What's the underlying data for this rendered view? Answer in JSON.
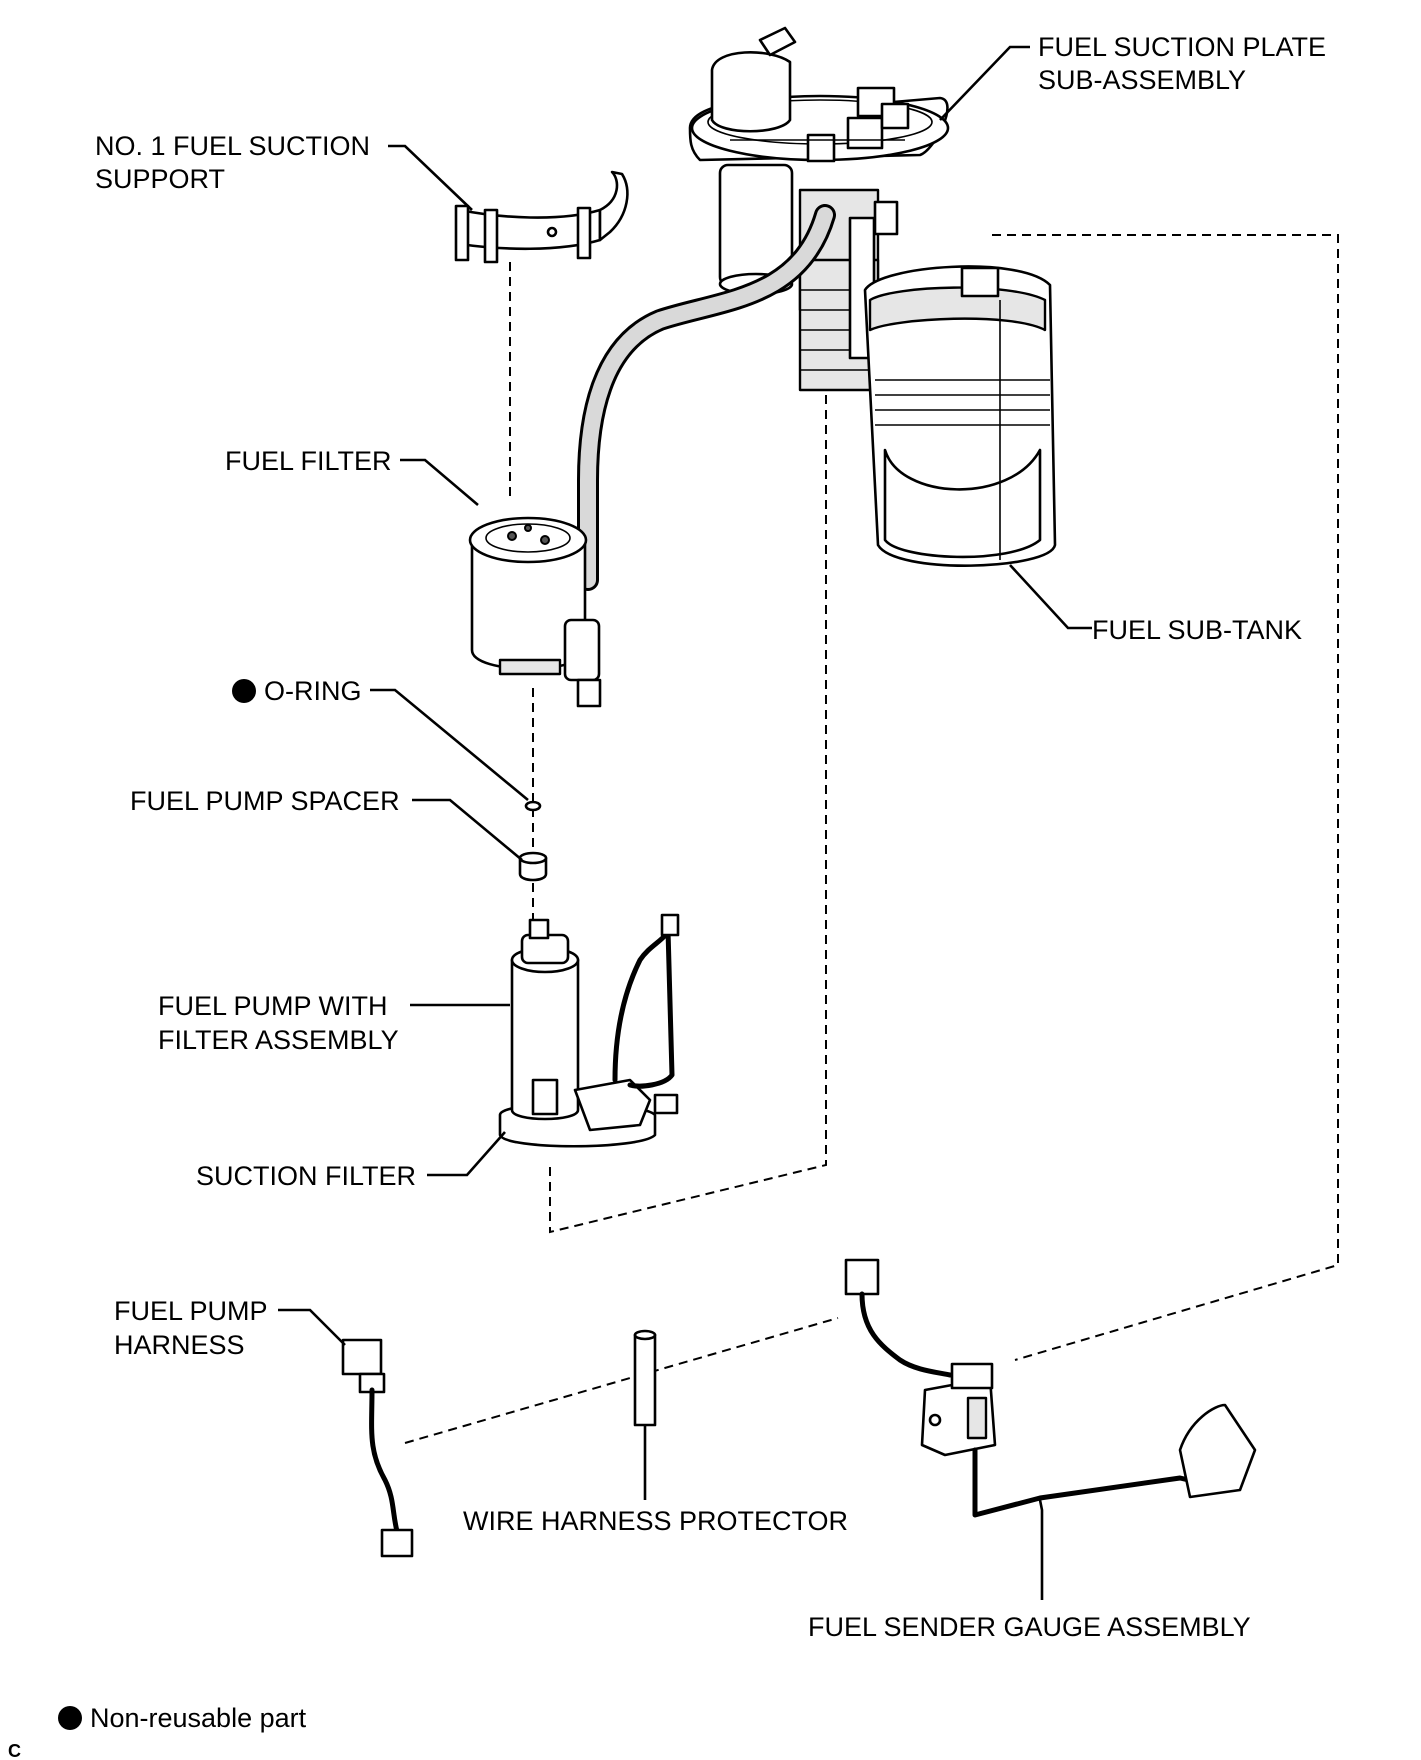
{
  "labels": {
    "fuel_suction_plate_line1": "FUEL SUCTION PLATE",
    "fuel_suction_plate_line2": "SUB-ASSEMBLY",
    "no1_fuel_suction_support_line1": "NO. 1 FUEL SUCTION",
    "no1_fuel_suction_support_line2": "SUPPORT",
    "fuel_filter": "FUEL FILTER",
    "fuel_sub_tank": "FUEL SUB-TANK",
    "o_ring": "O-RING",
    "fuel_pump_spacer": "FUEL PUMP SPACER",
    "fuel_pump_with_filter_line1": "FUEL PUMP WITH",
    "fuel_pump_with_filter_line2": "FILTER ASSEMBLY",
    "suction_filter": "SUCTION FILTER",
    "fuel_pump_harness_line1": "FUEL PUMP",
    "fuel_pump_harness_line2": "HARNESS",
    "wire_harness_protector": "WIRE HARNESS PROTECTOR",
    "fuel_sender_gauge_assembly": "FUEL SENDER GAUGE ASSEMBLY"
  },
  "legend": {
    "text": "Non-reusable part",
    "symbol": "filled-circle"
  },
  "corner_mark": "C",
  "non_reusable_parts": [
    "O-RING"
  ]
}
